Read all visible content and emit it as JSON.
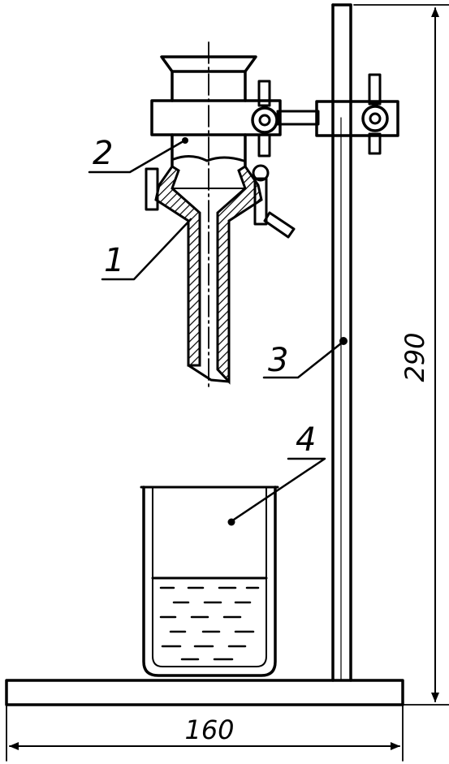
{
  "labels": {
    "part_1": "1",
    "part_2": "2",
    "part_3": "3",
    "part_4": "4"
  },
  "dimensions": {
    "height": "290",
    "width": "160"
  }
}
